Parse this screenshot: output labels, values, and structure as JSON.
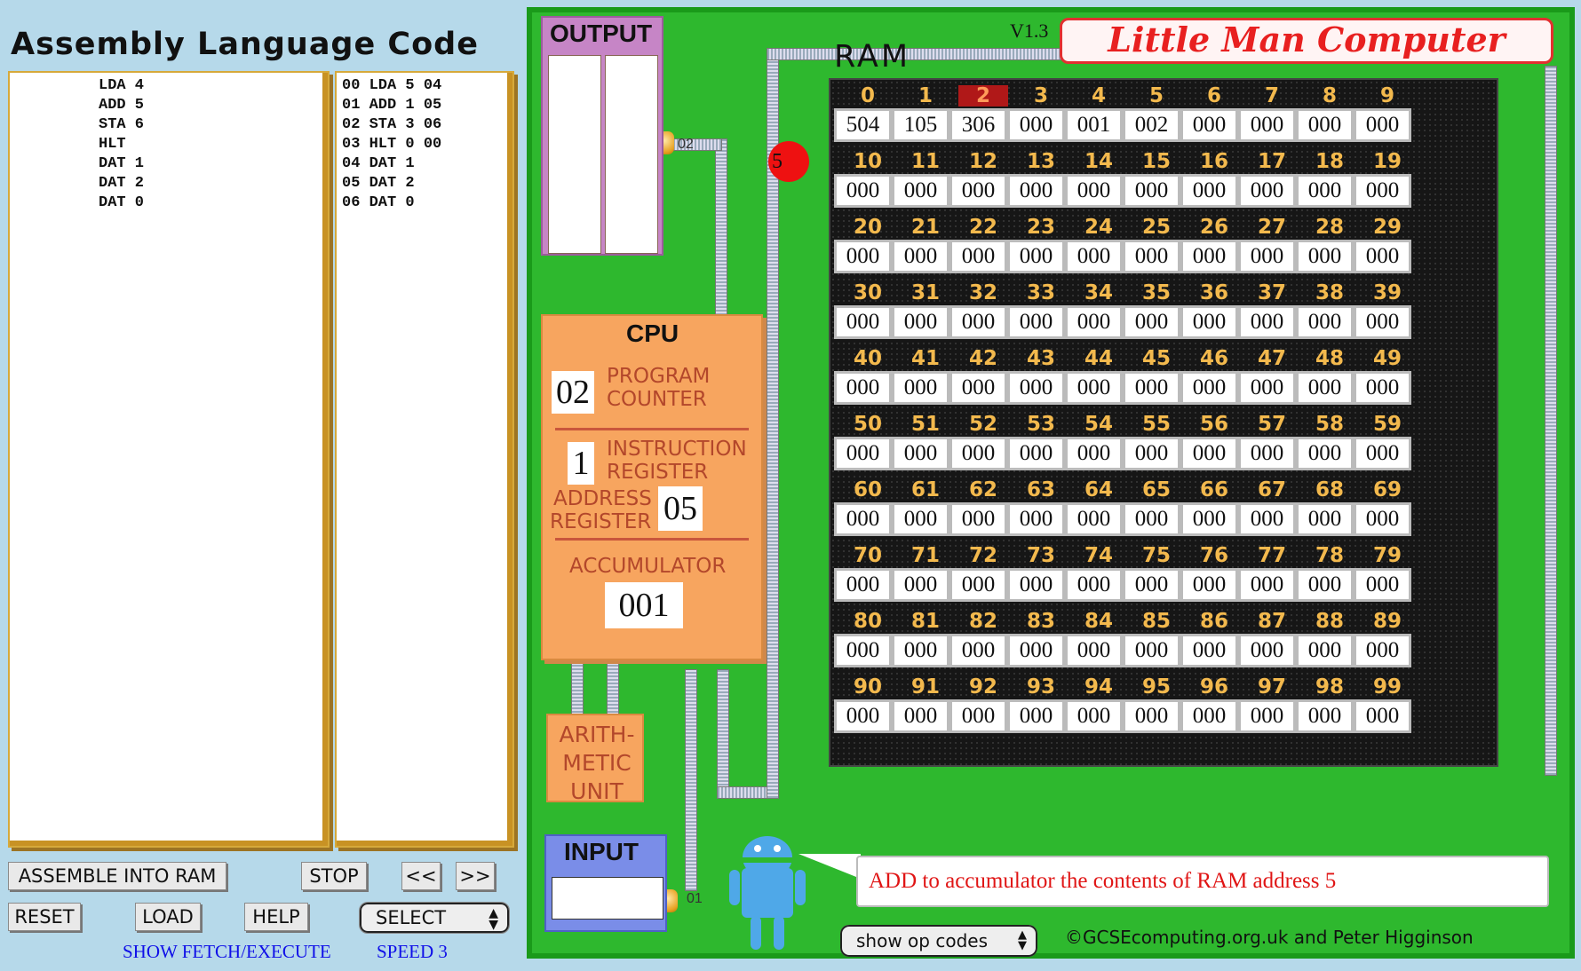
{
  "left_panel": {
    "title": "Assembly Language Code",
    "source_lines": [
      "LDA 4",
      "ADD 5",
      "STA 6",
      "HLT",
      "DAT 1",
      "DAT 2",
      "DAT 0"
    ],
    "assembled_lines": [
      "00 LDA 5 04",
      "01 ADD 1 05",
      "02 STA 3 06",
      "03 HLT 0 00",
      "04 DAT 1",
      "05 DAT 2",
      "06 DAT 0"
    ],
    "buttons": {
      "assemble": "ASSEMBLE INTO RAM",
      "stop": "STOP",
      "back": "<<",
      "forward": ">>",
      "reset": "RESET",
      "load": "LOAD",
      "help": "HELP",
      "select": "SELECT"
    },
    "links": {
      "fetch_execute": "SHOW FETCH/EXECUTE",
      "speed": "SPEED 3"
    }
  },
  "machine": {
    "version": "V1.3",
    "title": "Little Man Computer",
    "output": {
      "label": "OUTPUT",
      "wire_label": "02"
    },
    "cpu": {
      "label": "CPU",
      "program_counter": {
        "label_1": "PROGRAM",
        "label_2": "COUNTER",
        "value": "02"
      },
      "instruction_register": {
        "label_1": "INSTRUCTION",
        "label_2": "REGISTER",
        "value": "1"
      },
      "address_register": {
        "label_1": "ADDRESS",
        "label_2": "REGISTER",
        "value": "05"
      },
      "accumulator": {
        "label": "ACCUMULATOR",
        "value": "001"
      }
    },
    "alu": {
      "line_1": "ARITH-",
      "line_2": "METIC",
      "line_3": "UNIT"
    },
    "input": {
      "label": "INPUT",
      "wire_label": "01",
      "value": ""
    },
    "ram": {
      "label": "RAM",
      "active_address": 2,
      "pointer_value": "5",
      "values": [
        "504",
        "105",
        "306",
        "000",
        "001",
        "002",
        "000",
        "000",
        "000",
        "000",
        "000",
        "000",
        "000",
        "000",
        "000",
        "000",
        "000",
        "000",
        "000",
        "000",
        "000",
        "000",
        "000",
        "000",
        "000",
        "000",
        "000",
        "000",
        "000",
        "000",
        "000",
        "000",
        "000",
        "000",
        "000",
        "000",
        "000",
        "000",
        "000",
        "000",
        "000",
        "000",
        "000",
        "000",
        "000",
        "000",
        "000",
        "000",
        "000",
        "000",
        "000",
        "000",
        "000",
        "000",
        "000",
        "000",
        "000",
        "000",
        "000",
        "000",
        "000",
        "000",
        "000",
        "000",
        "000",
        "000",
        "000",
        "000",
        "000",
        "000",
        "000",
        "000",
        "000",
        "000",
        "000",
        "000",
        "000",
        "000",
        "000",
        "000",
        "000",
        "000",
        "000",
        "000",
        "000",
        "000",
        "000",
        "000",
        "000",
        "000",
        "000",
        "000",
        "000",
        "000",
        "000",
        "000",
        "000",
        "000",
        "000",
        "000"
      ]
    },
    "message": "ADD to accumulator the contents of RAM address 5",
    "opcode_select": "show op codes",
    "credits": "©GCSEcomputing.org.uk and Peter Higginson"
  },
  "colors": {
    "background": "#b6d9ea",
    "machine_green": "#2eb82e",
    "cpu_orange": "#f7a55f",
    "cpu_text": "#b3472b",
    "output_purple": "#c685c6",
    "input_blue": "#7a8de8",
    "title_red": "#e82020",
    "ram_address_gold": "#f3b94d",
    "link_blue": "#1010e8"
  },
  "icons": {
    "android": "android-robot-icon",
    "select_arrows": "up-down-arrows-icon"
  }
}
